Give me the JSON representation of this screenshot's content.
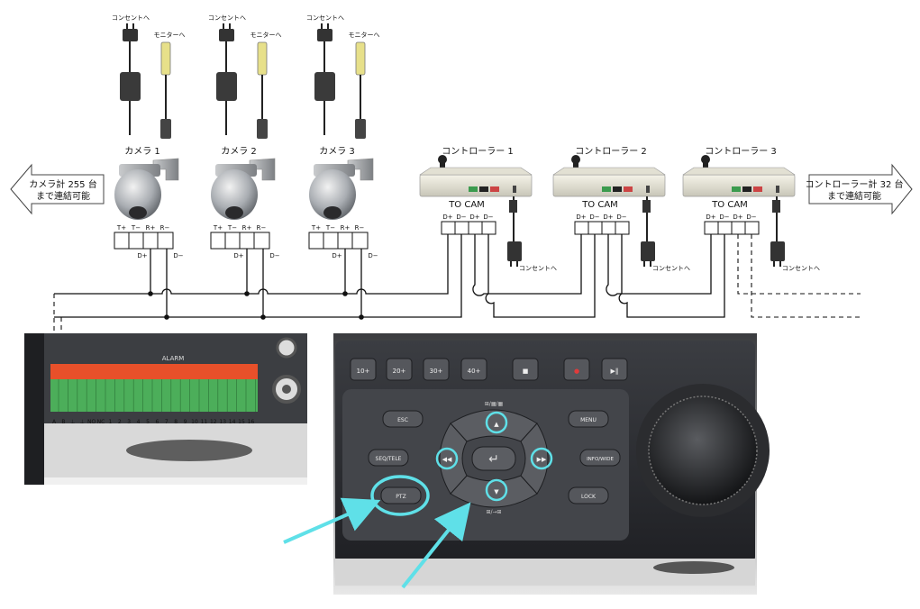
{
  "cameras": [
    {
      "label": "カメラ 1",
      "outlet": "コンセントへ",
      "monitor": "モニターへ"
    },
    {
      "label": "カメラ 2",
      "outlet": "コンセントへ",
      "monitor": "モニターへ"
    },
    {
      "label": "カメラ 3",
      "outlet": "コンセントへ",
      "monitor": "モニターへ"
    }
  ],
  "camera_terminals": {
    "top": [
      "T+",
      "T−",
      "R+",
      "R−"
    ],
    "bottom": [
      "D+",
      "D−"
    ]
  },
  "controllers": [
    {
      "label": "コントローラー 1",
      "to_cam": "TO CAM",
      "outlet": "コンセントへ"
    },
    {
      "label": "コントローラー 2",
      "to_cam": "TO CAM",
      "outlet": "コンセントへ"
    },
    {
      "label": "コントローラー 3",
      "to_cam": "TO CAM",
      "outlet": "コンセントへ"
    }
  ],
  "controller_terminals": [
    "D+",
    "D−",
    "D+",
    "D−"
  ],
  "left_arrow": {
    "line1": "カメラ計 255 台",
    "line2": "まで連結可能"
  },
  "right_arrow": {
    "line1": "コントローラー計 32 台",
    "line2": "まで連結可能"
  },
  "dvr_terminal": {
    "alarm_label": "ALARM",
    "pins": [
      "A",
      "B",
      "⊥",
      "⊥",
      "NO",
      "NC",
      "1",
      "2",
      "3",
      "4",
      "5",
      "6",
      "7",
      "8",
      "9",
      "10",
      "11",
      "12",
      "13",
      "14",
      "15",
      "16"
    ]
  },
  "dvr_panel": {
    "top_buttons": [
      "10+",
      "20+",
      "30+",
      "40+",
      "■",
      "●",
      "▶‖"
    ],
    "esc": "ESC",
    "seq_tele": "SEQ/TELE",
    "ptz": "PTZ",
    "menu": "MENU",
    "info_wide": "INFO/WIDE",
    "lock": "LOCK",
    "layout_top": "⊞/▦/▦",
    "layout_bottom": "⊞/→⊞",
    "arrows": {
      "up": "▲",
      "down": "▼",
      "left": "◀◀",
      "right": "▶▶",
      "enter": "↵"
    }
  },
  "colors": {
    "highlight": "#5fe0e8",
    "terminal_red": "#e8502a",
    "terminal_green": "#4cae5a",
    "panel_dark": "#2b2d31"
  }
}
